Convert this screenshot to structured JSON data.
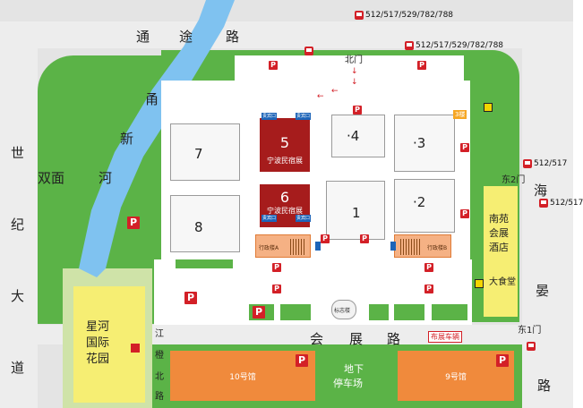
{
  "roads": {
    "tongtu": [
      "通",
      "途",
      "路"
    ],
    "huizhan": [
      "会",
      "展",
      "路"
    ],
    "shiji": [
      "世",
      "纪",
      "大",
      "道"
    ],
    "haiyan": [
      "海",
      "晏",
      "路"
    ],
    "jiangcheng": [
      "江",
      "橙",
      "北",
      "路"
    ],
    "shuangmian": "双面",
    "river": [
      "甬",
      "新",
      "河"
    ]
  },
  "bus": {
    "line_top1": "512/517/529/782/788",
    "line_top2": "512/517/529/782/788",
    "line_right1": "512/517",
    "line_right2": "512/517"
  },
  "gates": {
    "north": "北门",
    "east2": "东2门",
    "east1": "东1门"
  },
  "halls": {
    "h1": "1",
    "h2": "·2",
    "h3": "·3",
    "h4": "·4",
    "h5": "5",
    "h6": "6",
    "h7": "7",
    "h8": "8",
    "h5_sub": "宁波民宿展",
    "h6_sub": "宁波民宿展",
    "tag_a": "贵宾口",
    "tag_b": "贵宾口",
    "tag_c": "贵宾口",
    "tag_d": "贵宾口",
    "office_a": "行政楼A",
    "office_b": "行政楼B",
    "landmark": "标志楼",
    "three_f": "3楼"
  },
  "places": {
    "xinghe": [
      "星河",
      "国际",
      "花园"
    ],
    "nanyuan": [
      "南苑",
      "会展",
      "酒店"
    ],
    "canteen": "大食堂",
    "hall10": "10号馆",
    "hall9": "9号馆",
    "underground": [
      "地下",
      "停车场"
    ],
    "vehicle_sign": "布展车辆"
  },
  "parking_label": "P",
  "colors": {
    "green": "#5bb347",
    "red_hall": "#a61c1c",
    "orange": "#f08a3c",
    "parking": "#d32027",
    "river": "#7fc2f0"
  }
}
